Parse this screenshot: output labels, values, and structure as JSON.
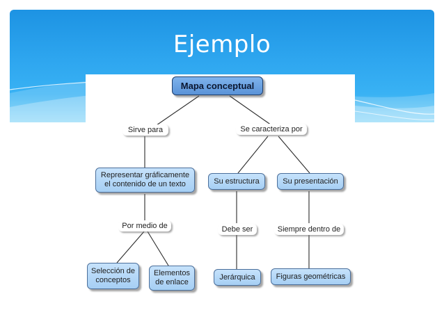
{
  "slide": {
    "title": "Ejemplo"
  },
  "colors": {
    "header_blue": "#2ea6ef",
    "node_fill": "#a6cff4",
    "root_fill": "#5a93d8"
  },
  "diagram": {
    "root": "Mapa conceptual",
    "links": {
      "sirve_para": "Sirve para",
      "se_caracteriza_por": "Se caracteriza por",
      "por_medio_de": "Por medio de",
      "debe_ser": "Debe ser",
      "siempre_dentro_de": "Siempre dentro de"
    },
    "concepts": {
      "representar": "Representar gráficamente\nel contenido de un texto",
      "su_estructura": "Su estructura",
      "su_presentacion": "Su presentación",
      "seleccion": "Selección de\nconceptos",
      "elementos": "Elementos\nde enlace",
      "jerarquica": "Jerárquica",
      "figuras": "Figuras geométricas"
    }
  }
}
